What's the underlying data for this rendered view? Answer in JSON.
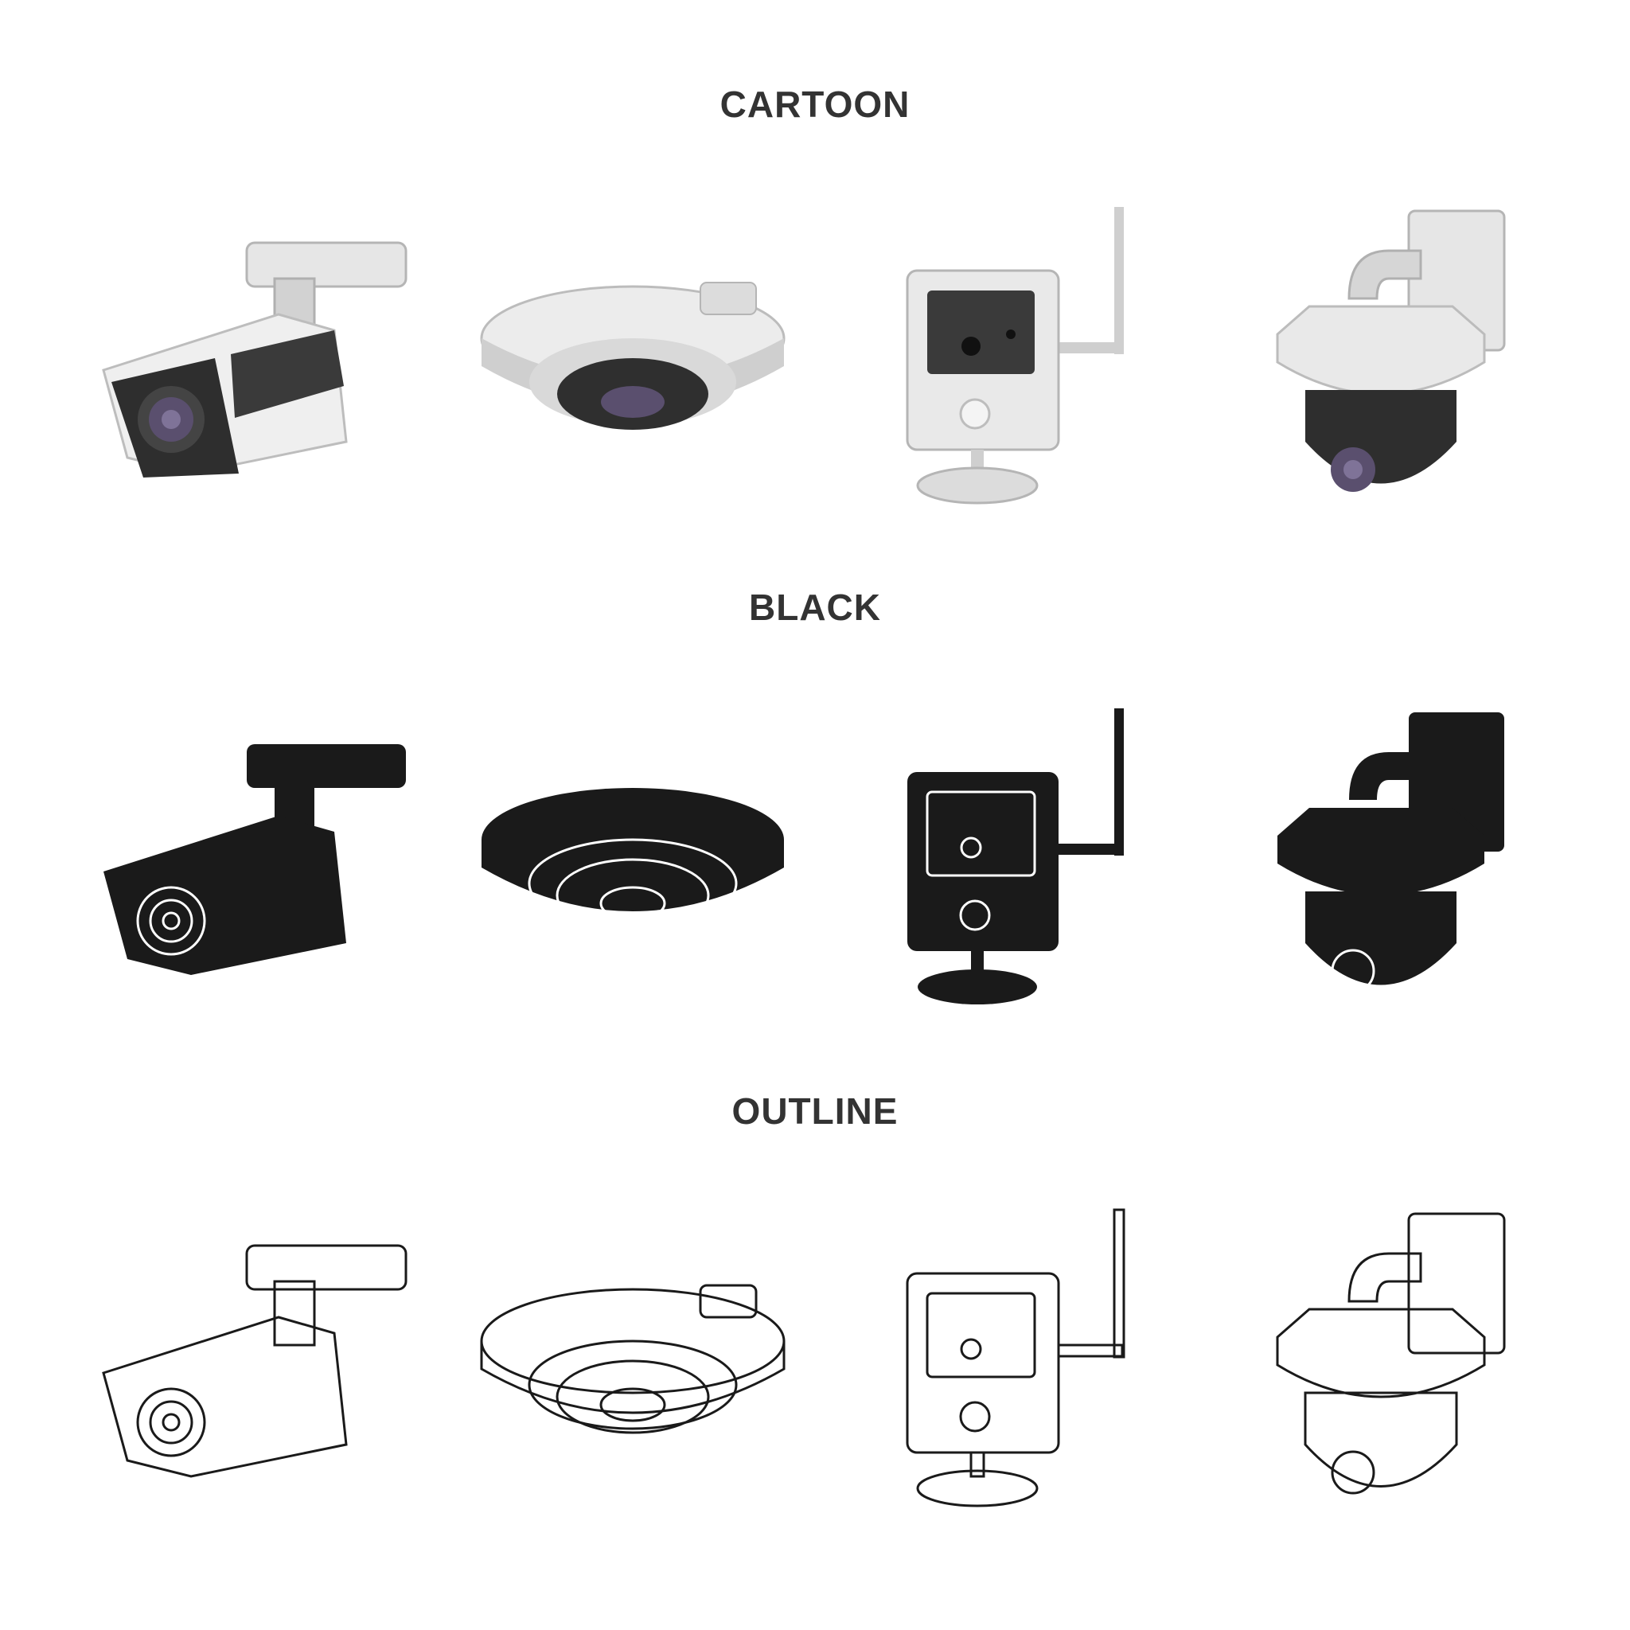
{
  "sections": [
    {
      "label": "CARTOON",
      "style": "cartoon"
    },
    {
      "label": "BLACK",
      "style": "black"
    },
    {
      "label": "OUTLINE",
      "style": "outline"
    }
  ],
  "icons": [
    "bullet-camera-icon",
    "dome-camera-icon",
    "wifi-cube-camera-icon",
    "ptz-camera-icon"
  ],
  "colors": {
    "title": "#333333",
    "cartoon_light": "#e4e4e4",
    "cartoon_mid": "#c9c9c9",
    "cartoon_dark": "#3a3a3a",
    "lens": "#5a4f6e",
    "black_fill": "#1a1a1a",
    "outline_stroke": "#1a1a1a"
  }
}
